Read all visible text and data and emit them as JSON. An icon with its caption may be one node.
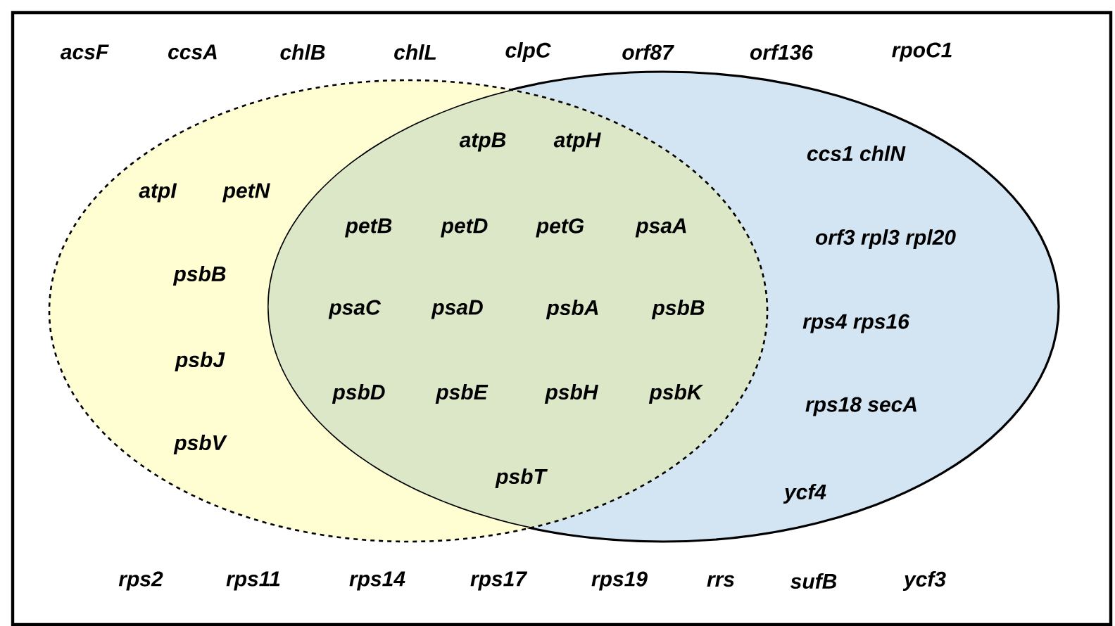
{
  "diagram": {
    "nodes": [
      {
        "text": [
          "atpI",
          "petN",
          "psbB",
          "psbJ",
          "psbV"
        ]
      },
      {
        "text": [
          "ccs1 chlN",
          "orf3 rpl3 rpl20",
          "rps4 rps16",
          "rps18 secA",
          "ycf4"
        ]
      }
    ],
    "labels": [
      "acsF",
      "ccsA",
      "chlB",
      "chlL",
      "clpC",
      "orf87",
      "orf136",
      "rpoC1",
      "atpB",
      "atpH",
      "petB",
      "petD",
      "petG",
      "psaA",
      "psaC",
      "psaD",
      "psbA",
      "psbB",
      "psbD",
      "psbE",
      "psbH",
      "psbK",
      "psbT",
      "rps2",
      "rps11",
      "rps14",
      "rps17",
      "rps19",
      "rrs",
      "sufB",
      "ycf3"
    ]
  }
}
